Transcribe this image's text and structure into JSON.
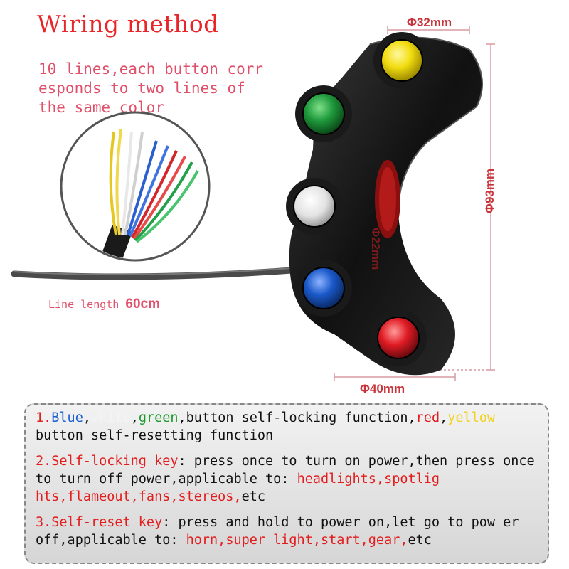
{
  "heading": {
    "title": "Wiring method",
    "subtitle": "10 lines,each button corr esponds to two lines of the same color"
  },
  "cable": {
    "label": "Line length ",
    "value": "60cm"
  },
  "dimensions": {
    "top": "Φ32mm",
    "right": "Φ93mm",
    "bottom": "Φ40mm",
    "center": "Φ22mm"
  },
  "buttons": [
    {
      "name": "yellow-button",
      "color": "#f2dd10"
    },
    {
      "name": "green-button",
      "color": "#1f9a3c"
    },
    {
      "name": "white-button",
      "color": "#e9e9e9"
    },
    {
      "name": "blue-button",
      "color": "#1b59c9"
    },
    {
      "name": "red-button",
      "color": "#e01b24"
    }
  ],
  "notes": {
    "n1": {
      "num": "1.",
      "blue": "Blue",
      "sep1": ",",
      "white": "white",
      "sep2": ",",
      "green": "green",
      "rest1": ",button self-locking function,",
      "red": "red",
      "sep3": ",",
      "yellow": "yellow",
      "rest2": "button self-resetting function"
    },
    "n2": {
      "head": "2.Self-locking key",
      "body": ": press once to turn on power,then press once to turn off power,applicable to: ",
      "apps": "headlights,spotlig hts,flameout,fans,stereos,",
      "tail": "etc"
    },
    "n3": {
      "head": "3.Self-reset key",
      "body": ": press and hold to power on,let go to pow er off,applicable to: ",
      "apps": "horn,super light,start,gear,",
      "tail": "etc"
    }
  }
}
